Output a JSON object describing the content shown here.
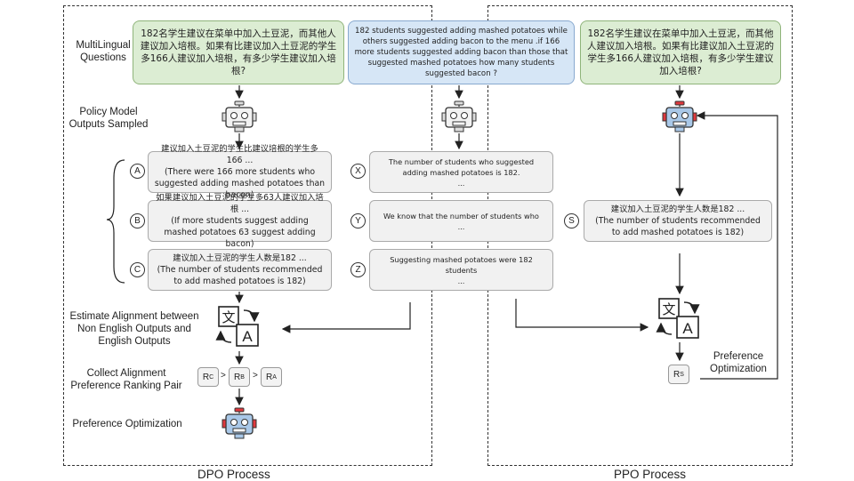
{
  "labels": {
    "multilingual": "MultiLingual\nQuestions",
    "policy": "Policy Model\nOutputs Sampled",
    "estimate": "Estimate Alignment between\nNon English Outputs and\nEnglish Outputs",
    "collect": "Collect Alignment\nPreference Ranking Pair",
    "pref_opt_dpo": "Preference Optimization",
    "pref_opt_ppo": "Preference\nOptimization"
  },
  "questions": {
    "zh_dpo": "182名学生建议在菜单中加入土豆泥，而其他人建议加入培根。如果有比建议加入土豆泥的学生多166人建议加入培根，有多少学生建议加入培根?",
    "en": "182 students suggested adding mashed potatoes while others suggested adding bacon to the menu .if 166 more students suggested adding bacon than those that suggested mashed potatoes how many students suggested bacon ?",
    "zh_ppo": "182名学生建议在菜单中加入土豆泥，而其他人建议加入培根。如果有比建议加入土豆泥的学生多166人建议加入培根，有多少学生建议加入培根?"
  },
  "outputs": {
    "a": {
      "marker": "A",
      "zh": "建议加入土豆泥的学生比建议培根的学生多166 ...",
      "en": "(There were 166 more students who suggested adding mashed potatoes than bacon)"
    },
    "b": {
      "marker": "B",
      "zh": "如果建议加入土豆泥的学生多63人建议加入培根 ...",
      "en": "(If more students suggest adding mashed potatoes 63 suggest adding bacon)"
    },
    "c": {
      "marker": "C",
      "zh": "建议加入土豆泥的学生人数是182 ...",
      "en": "(The number of students recommended to add mashed potatoes is 182)"
    },
    "x": {
      "marker": "X",
      "line1": "The number of students who suggested adding mashed potatoes is 182.",
      "line2": "..."
    },
    "y": {
      "marker": "Y",
      "line1": "We know that the number of students who",
      "line2": "..."
    },
    "z": {
      "marker": "Z",
      "line1": "Suggesting mashed potatoes were 182 students",
      "line2": "..."
    },
    "s": {
      "marker": "S",
      "zh": "建议加入土豆泥的学生人数是182 ...",
      "en": "(The number of students recommended to add mashed potatoes is 182)"
    }
  },
  "ranking": {
    "first": "R",
    "first_sub": "C",
    "second": "R",
    "second_sub": "B",
    "third": "R",
    "third_sub": "A",
    "gt": ">"
  },
  "reward_ppo": {
    "r": "R",
    "sub": "S"
  },
  "translate_icon": {
    "src": "文",
    "dst": "A"
  },
  "footer": {
    "dpo": "DPO Process",
    "ppo": "PPO Process"
  },
  "colors": {
    "green_fill": "#dcedd3",
    "blue_fill": "#d6e6f6",
    "robot_red": "#e0393e",
    "robot_blue": "#a9c8e8"
  }
}
